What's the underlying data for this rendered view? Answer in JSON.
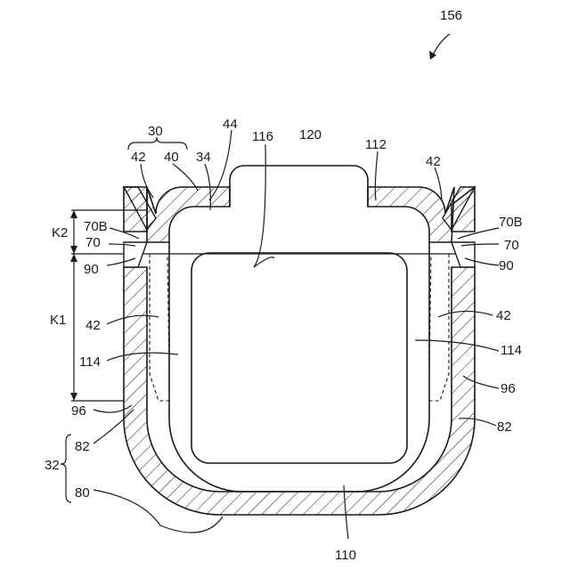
{
  "figure": {
    "ref_main": "156",
    "labels": {
      "l30": "30",
      "l42_top_left": "42",
      "l40": "40",
      "l34": "34",
      "l44": "44",
      "l116": "116",
      "l120": "120",
      "l112": "112",
      "l42_top_right": "42",
      "lK2": "K2",
      "l70B_left": "70B",
      "l70_left": "70",
      "l90_left": "90",
      "l70B_right": "70B",
      "l70_right": "70",
      "l90_right": "90",
      "lK1": "K1",
      "l42_mid_left": "42",
      "l42_mid_right": "42",
      "l114_left": "114",
      "l114_right": "114",
      "l96_left": "96",
      "l96_right": "96",
      "l82_left": "82",
      "l82_right": "82",
      "l32": "32",
      "l80": "80",
      "l110": "110"
    }
  }
}
